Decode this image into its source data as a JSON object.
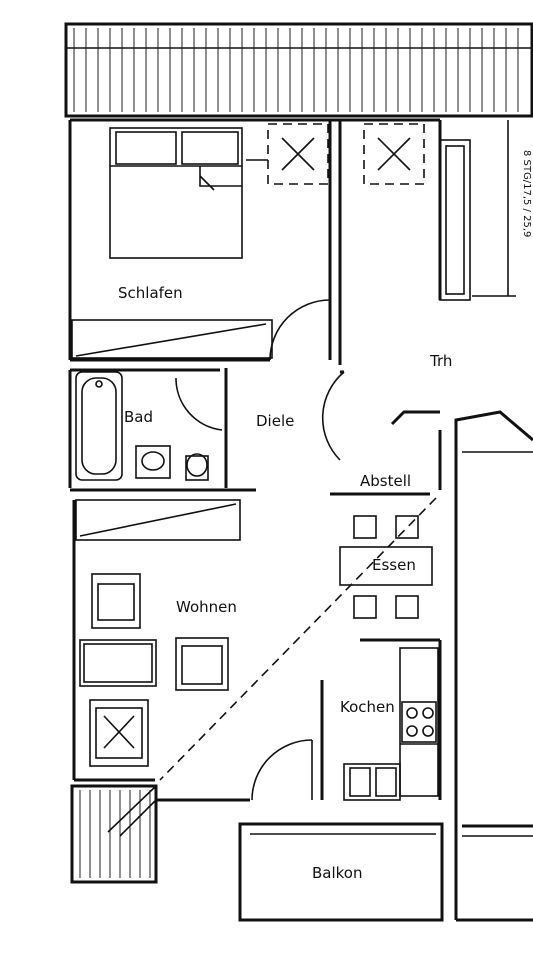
{
  "rooms": {
    "schlafen": "Schlafen",
    "bad": "Bad",
    "diele": "Diele",
    "treppe": "Trh",
    "abstell": "Abstell",
    "essen": "Essen",
    "wohnen": "Wohnen",
    "kochen": "Kochen",
    "balkon": "Balkon"
  },
  "stair_note": "8 STG/17,5 / 25,9",
  "colors": {
    "ink": "#111111",
    "paper": "#ffffff"
  }
}
